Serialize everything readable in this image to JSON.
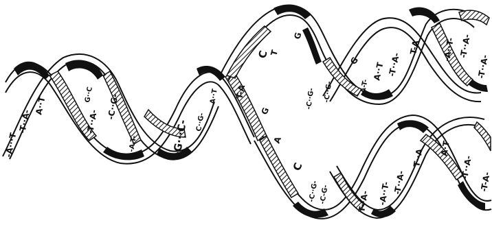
{
  "colors": {
    "ink": "#111111",
    "background": "#ffffff",
    "hatch": "#1a1a1a"
  },
  "base_pair_labels": {
    "left_helix": [
      {
        "text": "-A···T-",
        "size": "bp-med"
      },
      {
        "text": "-T··A-",
        "size": "bp-med"
      },
      {
        "text": "A··T",
        "size": "bp-med"
      },
      {
        "text": "-T··A-",
        "size": "bp-med"
      },
      {
        "text": "G··C",
        "size": "bp-small"
      },
      {
        "text": "-C··G-",
        "size": "bp-med"
      },
      {
        "text": "-A-T-",
        "size": "bp-small"
      },
      {
        "text": "-G···C-",
        "size": "bp-large"
      },
      {
        "text": "C··G-",
        "size": "bp-small"
      },
      {
        "text": "A··T",
        "size": "bp-small"
      }
    ],
    "unzipping_fork": [
      {
        "text": "T-A",
        "size": "bp-med"
      },
      {
        "text": "C",
        "size": "bp-large"
      },
      {
        "text": "T",
        "size": "bp-med"
      },
      {
        "text": "G",
        "size": "bp-med"
      },
      {
        "text": "G",
        "size": "bp-med"
      },
      {
        "text": "A",
        "size": "bp-med"
      },
      {
        "text": "C",
        "size": "bp-large"
      },
      {
        "text": "-C··G-",
        "size": "bp-small"
      },
      {
        "text": "-C-G-",
        "size": "bp-small"
      },
      {
        "text": "-C··G-",
        "size": "bp-small"
      },
      {
        "text": "-C··G-",
        "size": "bp-small"
      }
    ],
    "upper_daughter": [
      {
        "text": "G",
        "size": "bp-med"
      },
      {
        "text": "-A-T-",
        "size": "bp-small"
      },
      {
        "text": "A··T",
        "size": "bp-med"
      },
      {
        "text": "-T··A-",
        "size": "bp-med"
      },
      {
        "text": "T-A",
        "size": "bp-med"
      },
      {
        "text": "-A··T-",
        "size": "bp-med"
      },
      {
        "text": "-T··A-",
        "size": "bp-med"
      },
      {
        "text": "-T··A-",
        "size": "bp-med"
      }
    ],
    "lower_daughter": [
      {
        "text": "T··A-",
        "size": "bp-med"
      },
      {
        "text": "-A··T-",
        "size": "bp-med"
      },
      {
        "text": "-T··A-",
        "size": "bp-med"
      },
      {
        "text": "T··A",
        "size": "bp-med"
      },
      {
        "text": "A·T",
        "size": "bp-med"
      },
      {
        "text": "-T··A-",
        "size": "bp-med"
      },
      {
        "text": "-T-A-",
        "size": "bp-med"
      }
    ]
  }
}
